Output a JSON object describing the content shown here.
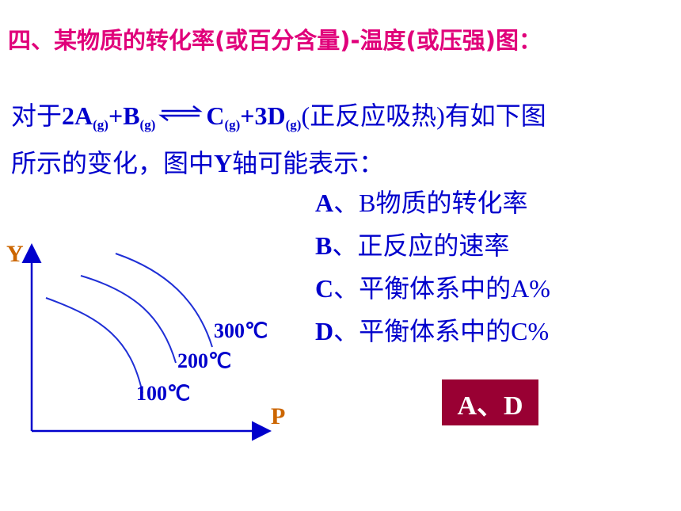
{
  "title": "四、某物质的转化率(或百分含量)-温度(或压强)图：",
  "question": {
    "prefix": "对于",
    "c1": "2A",
    "s1": "(g)",
    "plus1": "+B",
    "s2": "(g)",
    "c3": "C",
    "s3": "(g)",
    "c4": "+3D",
    "s4": "(g)",
    "note": "(正反应吸热)有如下图",
    "line2a": "所示的变化，图中",
    "line2b": "Y",
    "line2c": "轴可能表示："
  },
  "options": [
    {
      "letter": "A",
      "text": "、B物质的转化率"
    },
    {
      "letter": "B",
      "text": "、正反应的速率"
    },
    {
      "letter": "C",
      "text": "、平衡体系中的A%"
    },
    {
      "letter": "D",
      "text": "、平衡体系中的C%"
    }
  ],
  "answer": "A、D",
  "graph": {
    "y_label": "Y",
    "x_label": "P",
    "curves": [
      "300℃",
      "200℃",
      "100℃"
    ],
    "colors": {
      "axis": "#0000cc",
      "label": "#cc6600",
      "curve": "#1f2fd6"
    }
  }
}
